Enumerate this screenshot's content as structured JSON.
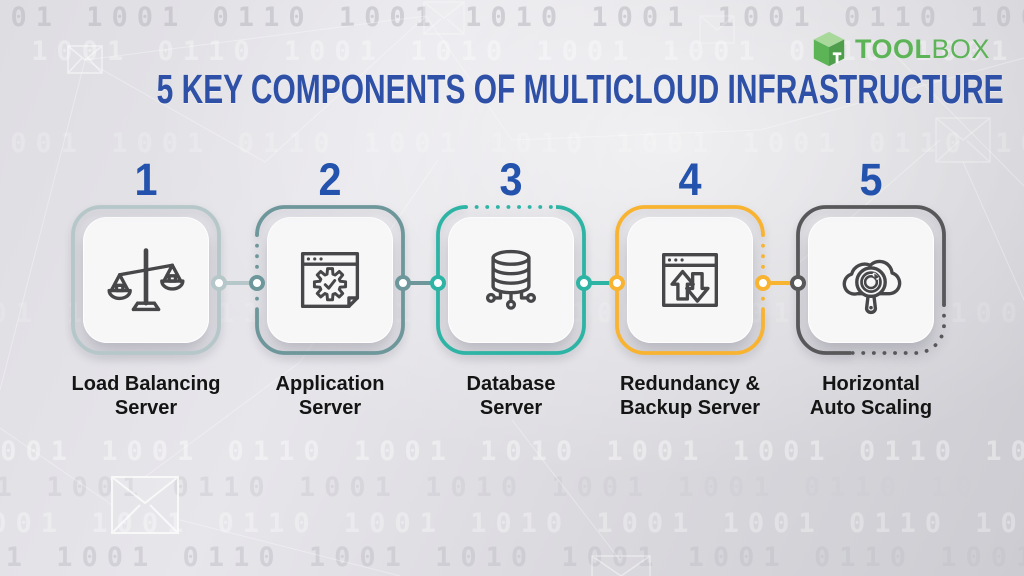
{
  "logo": {
    "name_bold": "TOOL",
    "name_light": "BOX",
    "green": "#5cb457",
    "green_top": "#a9d89b",
    "green_side": "#4f9e4b"
  },
  "title": {
    "text": "5 KEY COMPONENTS OF MULTICLOUD INFRASTRUCTURE",
    "color": "#2e51a7"
  },
  "colors": {
    "number": "#2453ae",
    "label": "#141414",
    "icon_stroke": "#47474a"
  },
  "items": [
    {
      "number": "1",
      "label_line1": "Load Balancing",
      "label_line2": "Server",
      "accent_color": "#b5c7c9",
      "icon": "balance-scale-icon"
    },
    {
      "number": "2",
      "label_line1": "Application",
      "label_line2": "Server",
      "accent_color": "#6d979a",
      "icon": "app-window-gear-icon"
    },
    {
      "number": "3",
      "label_line1": "Database",
      "label_line2": "Server",
      "accent_color": "#2db4a4",
      "icon": "database-network-icon"
    },
    {
      "number": "4",
      "label_line1": "Redundancy &",
      "label_line2": "Backup Server",
      "accent_color": "#f8b331",
      "icon": "window-sync-arrows-icon"
    },
    {
      "number": "5",
      "label_line1": "Horizontal",
      "label_line2": "Auto Scaling",
      "accent_color": "#58585a",
      "icon": "cloud-search-refresh-icon"
    }
  ],
  "background": {
    "binary_row": "1001 1001 0110 1001 1010 1001 1001 0110 1001 1001 1010 1001 1001 1001 0110 1001 1001"
  }
}
